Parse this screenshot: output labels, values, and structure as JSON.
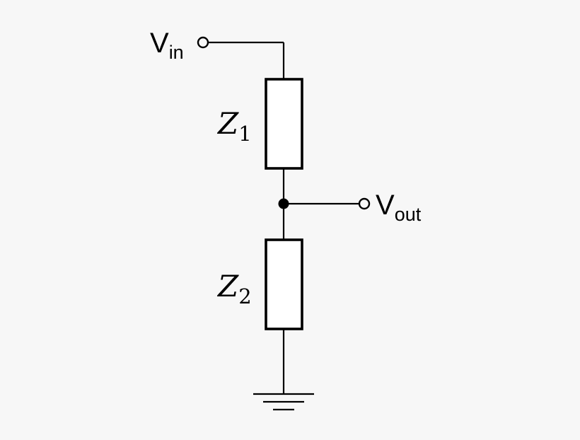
{
  "diagram": {
    "type": "circuit-voltage-divider",
    "labels": {
      "vin": {
        "base": "V",
        "subscript": "in"
      },
      "vout": {
        "base": "V",
        "subscript": "out"
      },
      "z1": {
        "base": "Z",
        "subscript": "1"
      },
      "z2": {
        "base": "Z",
        "subscript": "2"
      }
    },
    "components": [
      {
        "name": "impedance-z1",
        "label": "Z1",
        "shape": "rectangle"
      },
      {
        "name": "impedance-z2",
        "label": "Z2",
        "shape": "rectangle"
      }
    ],
    "terminals": [
      {
        "name": "vin-terminal",
        "style": "open-circle"
      },
      {
        "name": "vout-terminal",
        "style": "open-circle"
      },
      {
        "name": "junction-node",
        "style": "filled-dot"
      },
      {
        "name": "ground",
        "style": "three-bar-ground"
      }
    ]
  },
  "colors": {
    "background": "#f7f7f7",
    "line": "#000000",
    "component_fill": "#ffffff"
  }
}
